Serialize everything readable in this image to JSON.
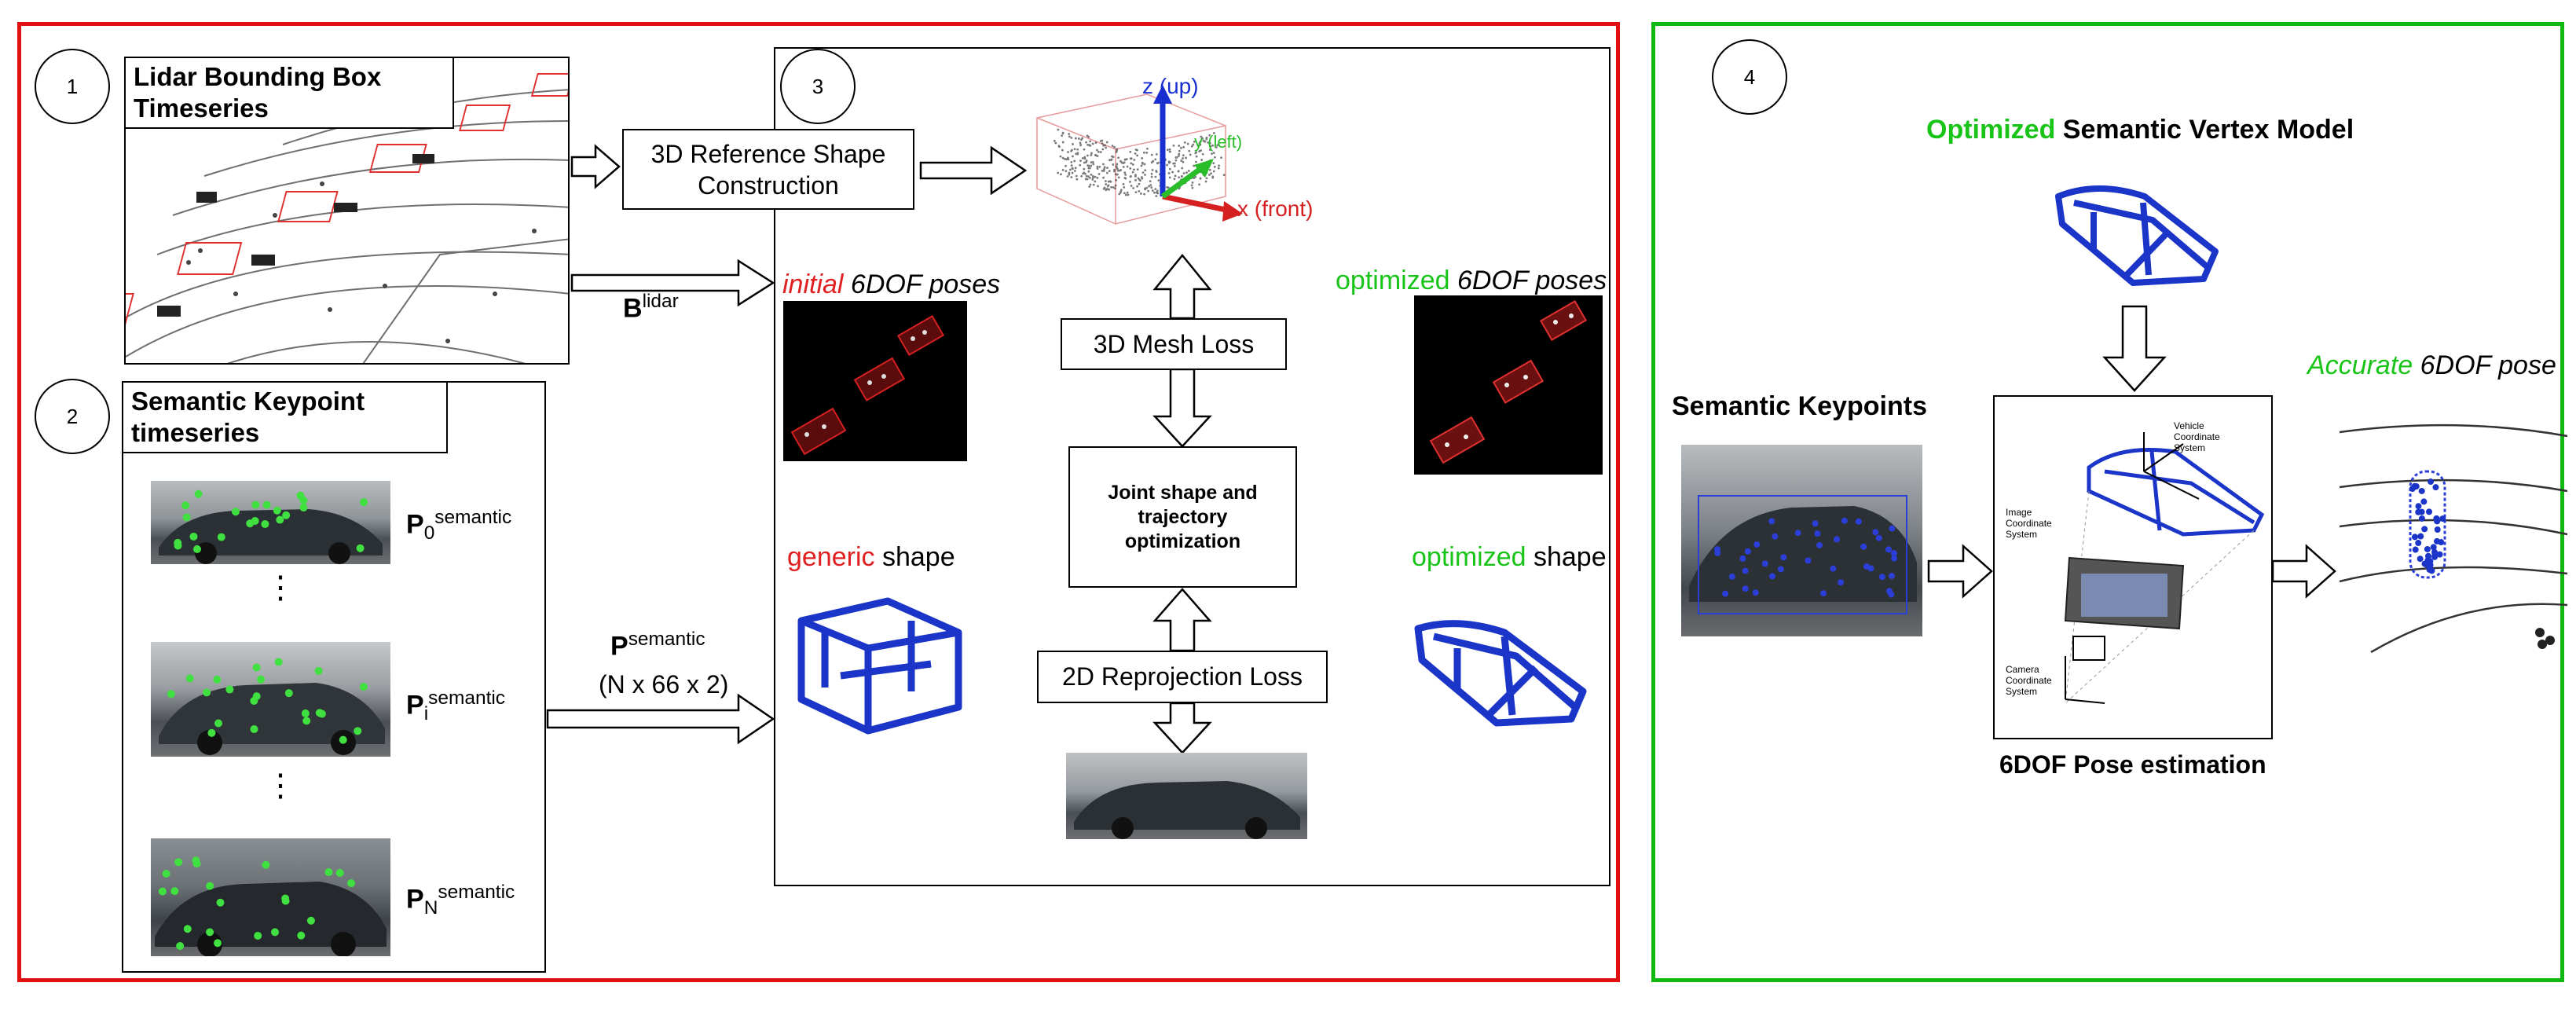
{
  "colors": {
    "red": "#e01010",
    "green": "#12b812",
    "mesh_blue": "#1a35c8",
    "kp_green": "#3fe03f"
  },
  "panel1": {
    "number": "1",
    "title": "Lidar Bounding Box Timeseries"
  },
  "panel2": {
    "number": "2",
    "title": "Semantic Keypoint timeseries",
    "p0_base": "P",
    "p0_sub": "0",
    "p0_sup": "semantic",
    "pi_base": "P",
    "pi_sub": "i",
    "pi_sup": "semantic",
    "pn_base": "P",
    "pn_sub": "N",
    "pn_sup": "semantic",
    "dots": "⋮"
  },
  "panel3": {
    "number": "3",
    "ref_shape_box": "3D Reference Shape Construction",
    "blidar_base": "B",
    "blidar_sup": "lidar",
    "psem_base": "P",
    "psem_sup": "semantic",
    "psem_dims": "(N x 66 x 2)",
    "axis_z": "z (up)",
    "axis_y": "y (left)",
    "axis_x": "x (front)",
    "initial_word": "initial",
    "initial_rest": " 6DOF poses",
    "optimized_poses_word": "optimized",
    "optimized_poses_rest": " 6DOF poses",
    "generic_word": "generic",
    "generic_rest": " shape",
    "optimized_shape_word": "optimized",
    "optimized_shape_rest": " shape",
    "mesh_loss": "3D Mesh Loss",
    "joint_opt": "Joint shape and trajectory optimization",
    "reproj_loss": "2D Reprojection Loss"
  },
  "panel4": {
    "number": "4",
    "title_word": "Optimized",
    "title_rest": " Semantic Vertex Model",
    "semantic_keypoints": "Semantic Keypoints",
    "pose_estimation": "6DOF Pose estimation",
    "accurate_word": "Accurate",
    "accurate_rest": " 6DOF pose",
    "vehicle_cs": "Vehicle Coordinate System",
    "image_cs": "Image Coordinate System",
    "camera_cs": "Camera Coordinate System"
  }
}
